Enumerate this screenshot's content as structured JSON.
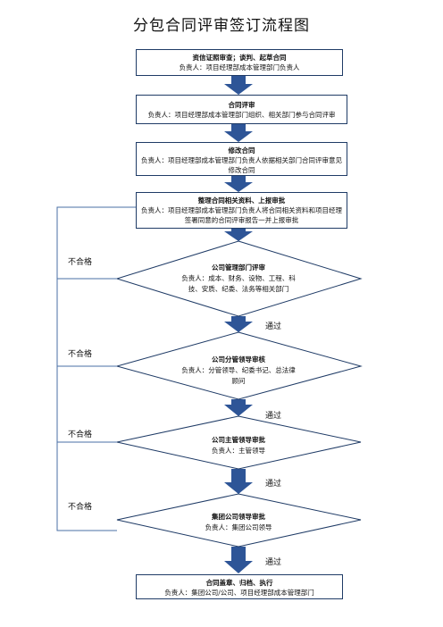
{
  "title": "分包合同评审签订流程图",
  "steps": [
    {
      "head": "资信证照审查；谈判、起草合同",
      "body": "负责人：项目经理部成本管理部门负责人"
    },
    {
      "head": "合同评审",
      "body": "负责人：项目经理部成本管理部门组织、相关部门参与合同评审"
    },
    {
      "head": "修改合同",
      "body": "负责人：项目经理部成本管理部门负责人依据相关部门合同评审意见修改合同"
    },
    {
      "head": "整理合同相关资料、上报审批",
      "body": "负责人：项目经理部成本管理部门负责人将合同相关资料和项目经理签署同意的合同评审报告一并上报审批"
    }
  ],
  "decisions": [
    {
      "head": "公司管理部门评审",
      "body": "负责人：成本、财务、设物、工程、科技、安质、纪委、法务等相关部门"
    },
    {
      "head": "公司分管领导审核",
      "body": "负责人：分管领导、纪委书记、总法律顾问"
    },
    {
      "head": "公司主管领导审批",
      "body": "负责人：主管领导"
    },
    {
      "head": "集团公司领导审批",
      "body": "负责人：集团公司领导"
    }
  ],
  "final_step": {
    "head": "合同盖章、归档、执行",
    "body": "负责人：集团公司/公司、项目经理部成本管理部门"
  },
  "labels": {
    "pass": "通过",
    "fail": "不合格"
  },
  "colors": {
    "border": "#1f3b66",
    "arrow": "#2e5597",
    "line": "#4a6fa5"
  }
}
